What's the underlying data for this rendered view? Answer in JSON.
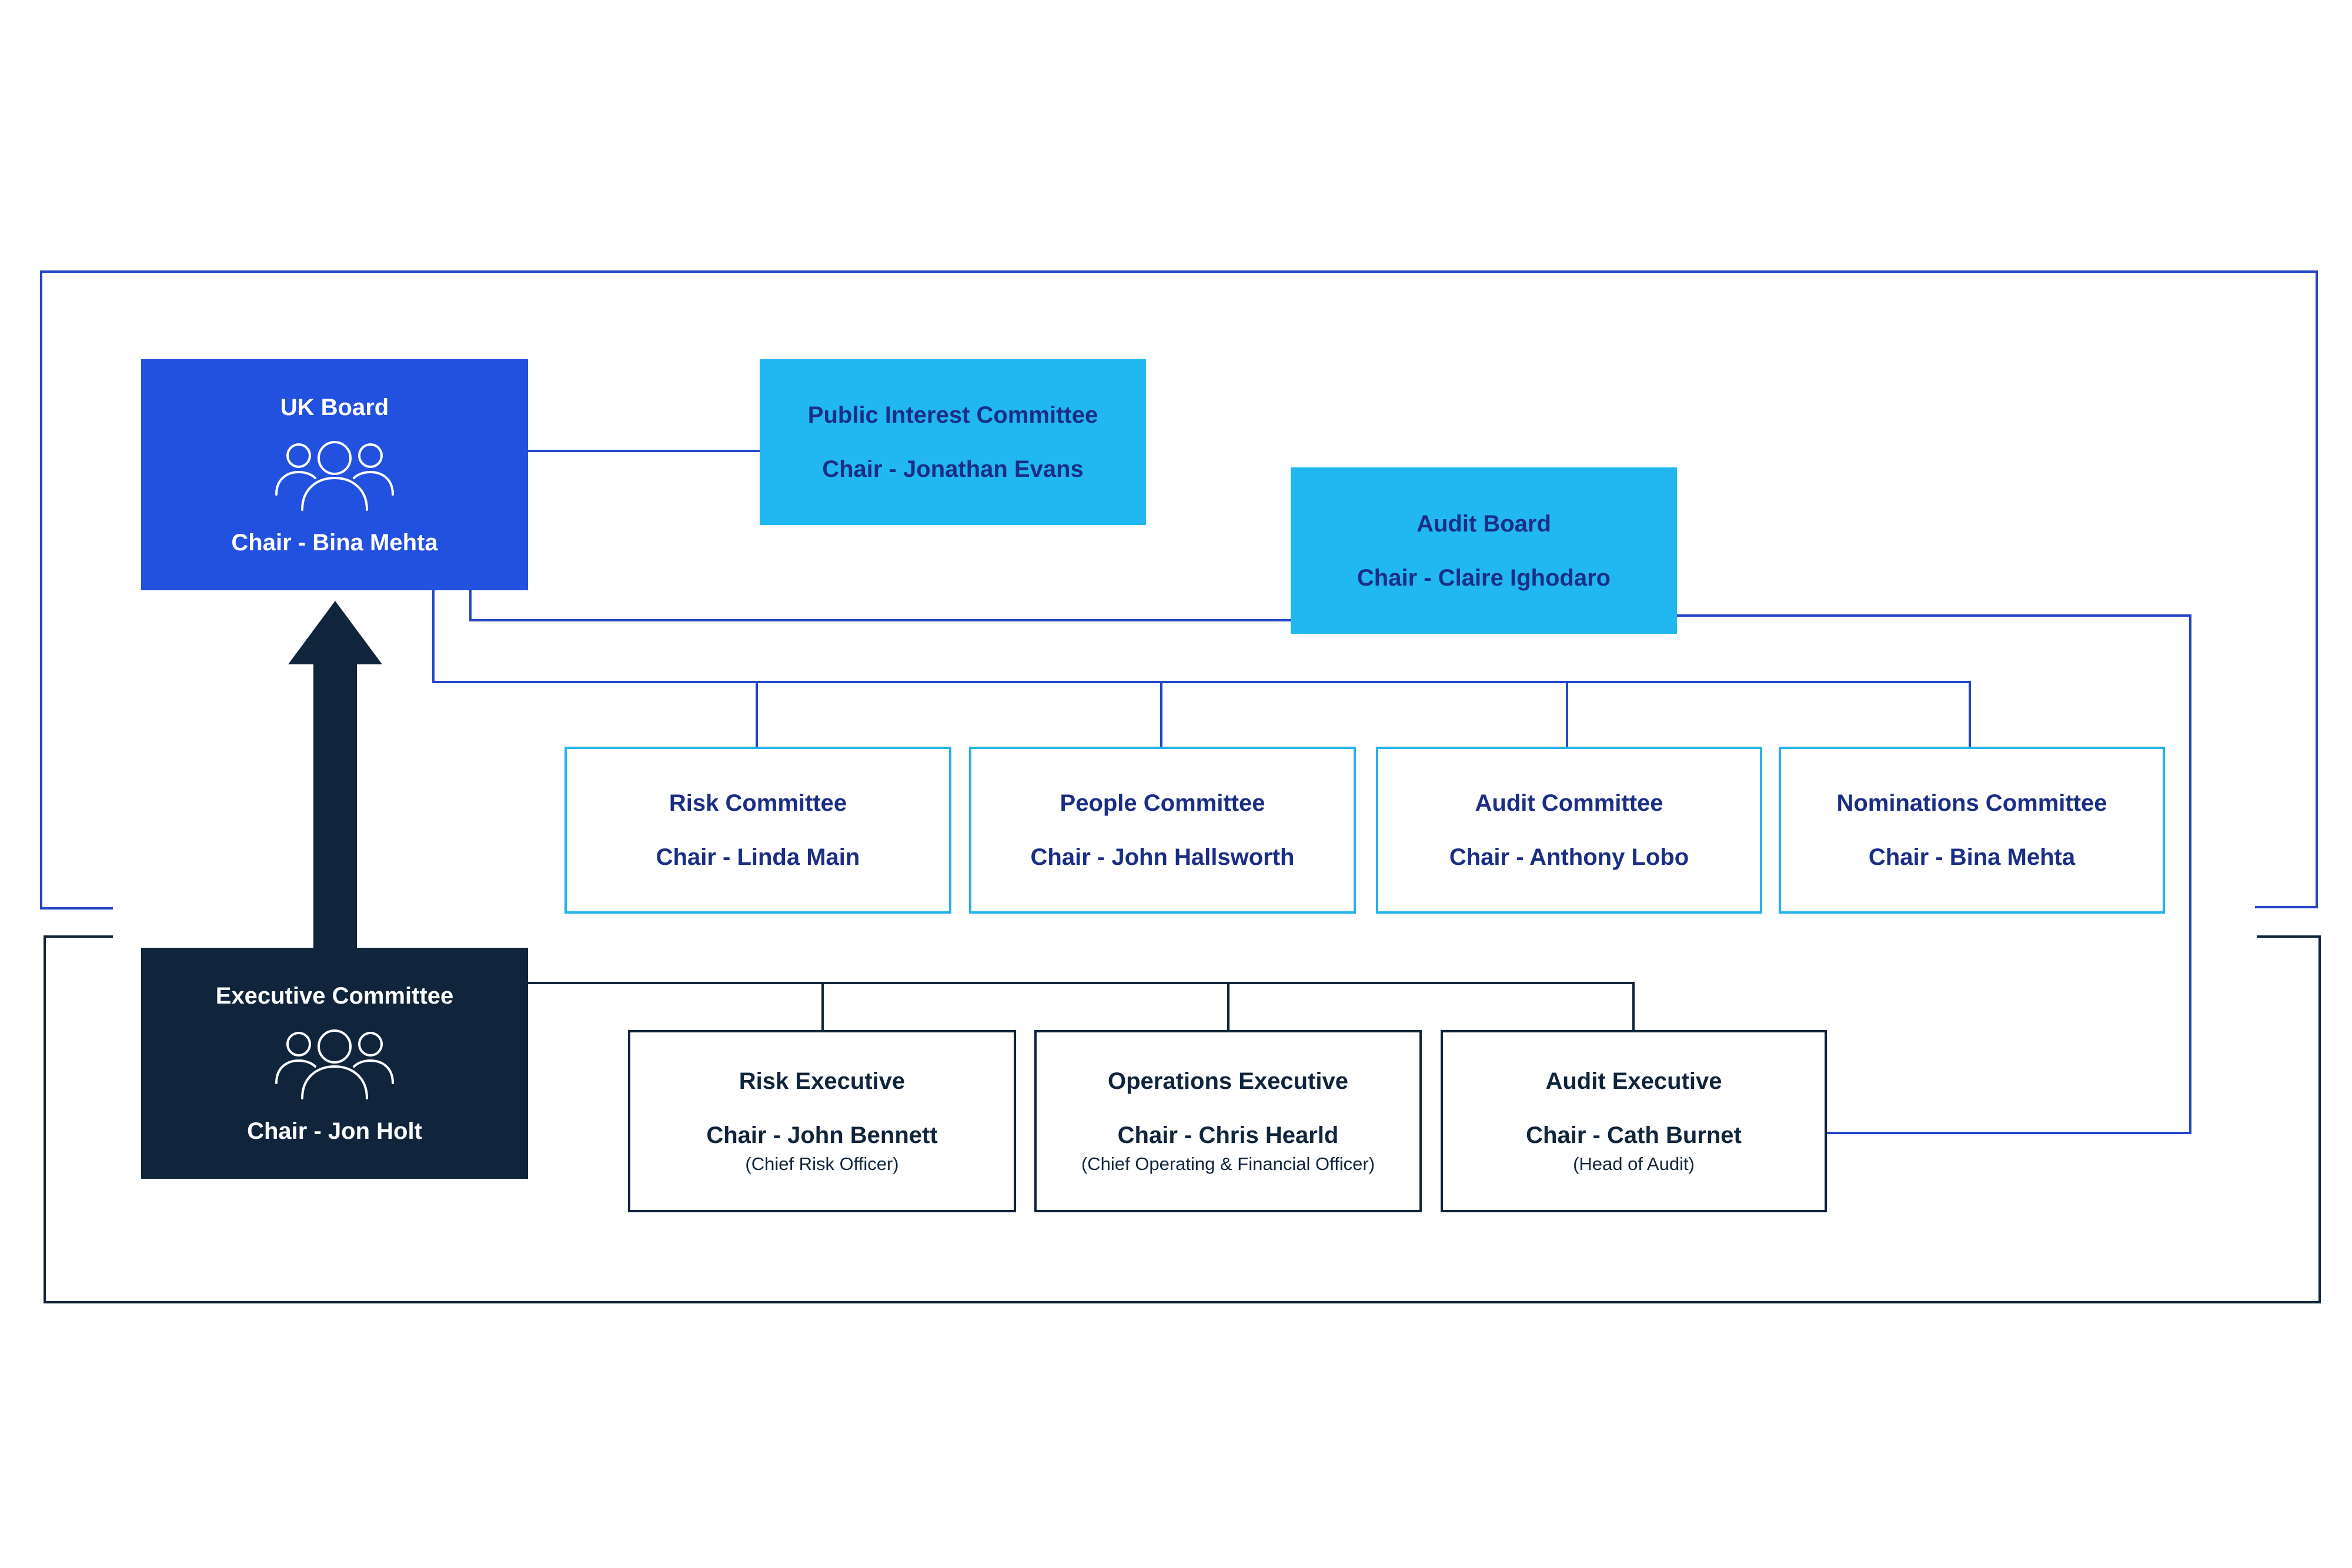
{
  "colors": {
    "board_blue": "#2250df",
    "light_blue": "#21b8f2",
    "navy": "#10253c",
    "dark_text_blue": "#1b2e86",
    "connector_blue": "#2446c8"
  },
  "icons": {
    "group": "people-group-icon",
    "arrow": "up-arrow-icon"
  },
  "uk_board": {
    "title": "UK Board",
    "chair": "Chair - Bina Mehta"
  },
  "public_interest": {
    "title": "Public Interest Committee",
    "chair": "Chair - Jonathan Evans"
  },
  "audit_board": {
    "title": "Audit Board",
    "chair": "Chair - Claire Ighodaro"
  },
  "committees": [
    {
      "title": "Risk Committee",
      "chair": "Chair - Linda Main"
    },
    {
      "title": "People Committee",
      "chair": "Chair - John Hallsworth"
    },
    {
      "title": "Audit Committee",
      "chair": "Chair - Anthony Lobo"
    },
    {
      "title": "Nominations Committee",
      "chair": "Chair - Bina Mehta"
    }
  ],
  "exec_committee": {
    "title": "Executive Committee",
    "chair": "Chair - Jon Holt"
  },
  "executives": [
    {
      "title": "Risk Executive",
      "chair": "Chair - John Bennett",
      "role": "(Chief Risk Officer)"
    },
    {
      "title": "Operations Executive",
      "chair": "Chair - Chris Hearld",
      "role": "(Chief Operating & Financial Officer)"
    },
    {
      "title": "Audit Executive",
      "chair": "Chair - Cath Burnet",
      "role": "(Head of Audit)"
    }
  ]
}
